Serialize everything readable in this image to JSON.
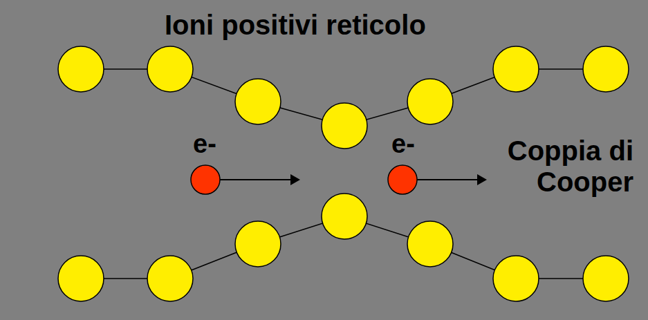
{
  "diagram": {
    "labels": [
      "Ioni positivi reticolo",
      "e-",
      "e-",
      "Coppia di Cooper"
    ]
  }
}
